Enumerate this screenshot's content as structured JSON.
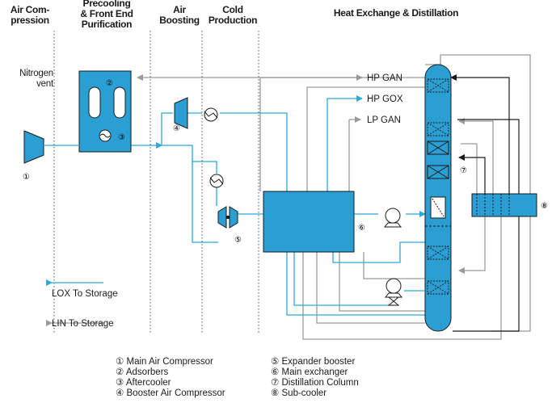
{
  "headers": {
    "air_compression": [
      "Air Com-",
      "pression"
    ],
    "precooling": [
      "Precooling",
      "& Front End",
      "Purification"
    ],
    "air_boosting": [
      "Air",
      "Boosting"
    ],
    "cold_production": [
      "Cold",
      "Production"
    ],
    "heat_exchange": "Heat Exchange & Distillation"
  },
  "labels": {
    "nitrogen_vent": [
      "Nitrogen",
      "vent"
    ],
    "hp_gan": "HP GAN",
    "hp_gox": "HP GOX",
    "lp_gan": "LP GAN",
    "lox_storage": "LOX To Storage",
    "lin_storage": "LIN To Storage"
  },
  "markers": {
    "m1": "①",
    "m2": "②",
    "m3": "③",
    "m4": "④",
    "m5": "⑤",
    "m6": "⑥",
    "m7": "⑦",
    "m8": "⑧"
  },
  "legend_left": [
    "① Main Air Compressor",
    "② Adsorbers",
    "③ Aftercooler",
    "④ Booster Air Compressor"
  ],
  "legend_right": [
    "⑤ Expander booster",
    "⑥ Main exchanger",
    "⑦ Distillation Column",
    "⑧ Sub-cooler"
  ],
  "colors": {
    "equipment": "#2b9fd4",
    "air_line": "#29a9dc",
    "nitrogen_line": "#9a9a9a",
    "outline": "#1a1a1a"
  }
}
